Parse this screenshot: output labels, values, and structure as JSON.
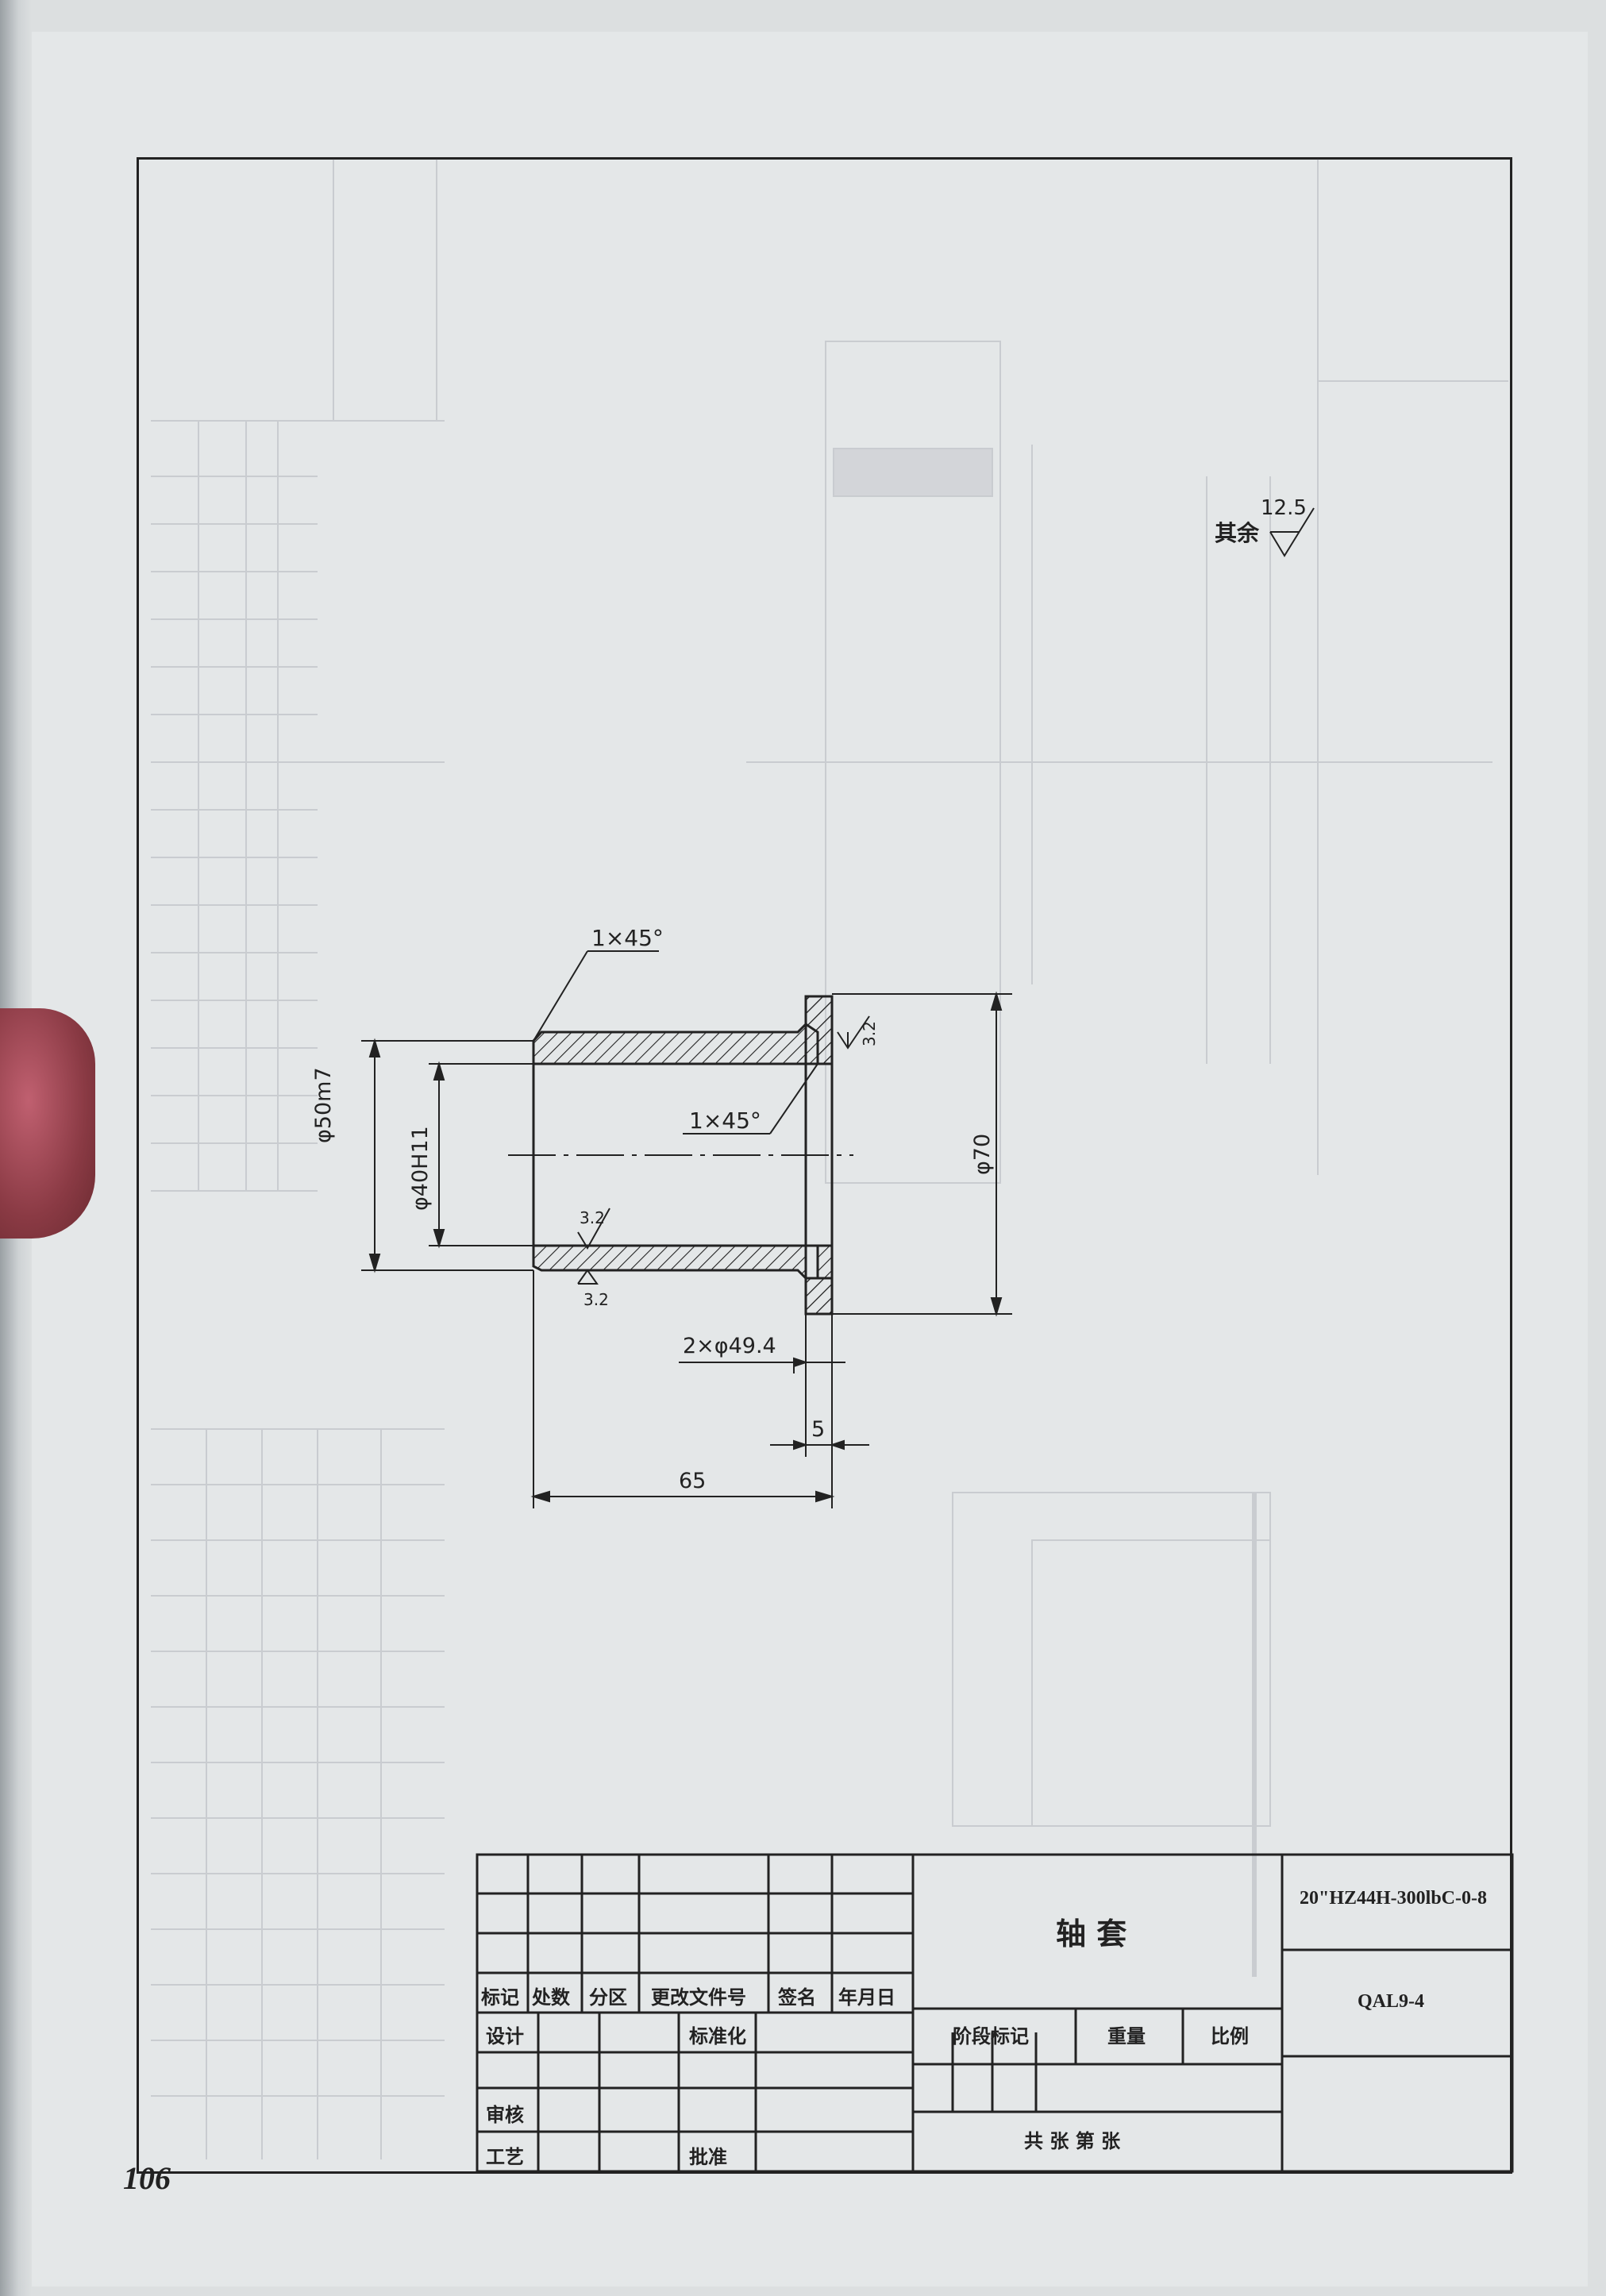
{
  "drawing": {
    "roughness_prefix": "其余",
    "roughness_value": "12.5",
    "chamfer_outer": "1×45°",
    "chamfer_inner": "1×45°",
    "dim_outer_dia": "φ50m7",
    "dim_inner_dia": "φ40H11",
    "dim_flange_dia": "φ70",
    "dim_groove": "2×φ49.4",
    "dim_flange_thk": "5",
    "dim_length": "65",
    "rough_flange": "3.2",
    "rough_bore": "3.2",
    "rough_outer": "3.2"
  },
  "title_block": {
    "part_name": "轴 套",
    "drawing_no": "20\"HZ44H-300lbC-0-8",
    "material": "QAL9-4",
    "h_mark": "标记",
    "h_count": "处数",
    "h_zone": "分区",
    "h_change_doc": "更改文件号",
    "h_sign": "签名",
    "h_date": "年月日",
    "r_design": "设计",
    "r_standard": "标准化",
    "r_stage": "阶段标记",
    "r_weight": "重量",
    "r_scale": "比例",
    "r_review": "审核",
    "r_process": "工艺",
    "r_approve": "批准",
    "r_sheets": "共 张 第 张"
  },
  "page_number": "106"
}
